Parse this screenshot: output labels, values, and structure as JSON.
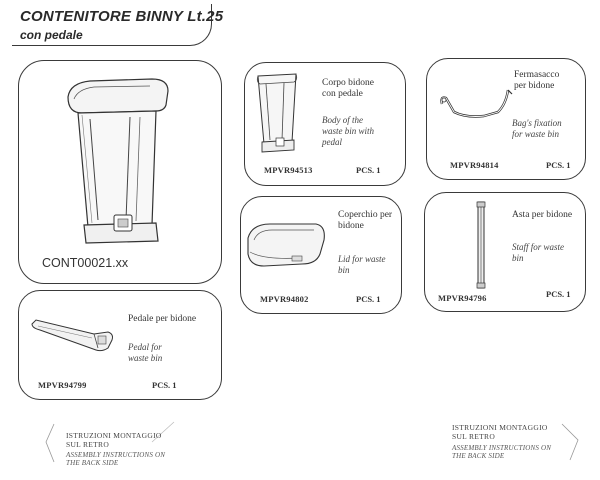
{
  "header": {
    "title": "CONTENITORE BINNY Lt.25",
    "subtitle": "con pedale"
  },
  "main_product": {
    "code": "CONT00021.xx"
  },
  "parts": [
    {
      "label_it": "Corpo bidone\ncon pedale",
      "label_en": "Body of the\nwaste bin with\npedal",
      "code": "MPVR94513",
      "pcs": "PCS. 1",
      "icon": "bin-body-icon"
    },
    {
      "label_it": "Fermasacco\nper bidone",
      "label_en": "Bag's fixation\nfor waste bin",
      "code": "MPVR94814",
      "pcs": "PCS. 1",
      "icon": "bag-fixation-icon"
    },
    {
      "label_it": "Coperchio per\nbidone",
      "label_en": "Lid for waste\nbin",
      "code": "MPVR94802",
      "pcs": "PCS. 1",
      "icon": "lid-icon"
    },
    {
      "label_it": "Asta per bidone",
      "label_en": "Staff for waste\nbin",
      "code": "MPVR94796",
      "pcs": "PCS. 1",
      "icon": "staff-icon"
    },
    {
      "label_it": "Pedale per bidone",
      "label_en": "Pedal for\nwaste bin",
      "code": "MPVR94799",
      "pcs": "PCS. 1",
      "icon": "pedal-icon"
    }
  ],
  "instructions": {
    "left_it": "ISTRUZIONI MONTAGGIO\nSUL RETRO",
    "left_en": "ASSEMBLY INSTRUCTIONS ON\nTHE BACK SIDE",
    "right_it": "ISTRUZIONI MONTAGGIO\nSUL RETRO",
    "right_en": "ASSEMBLY INSTRUCTIONS ON\nTHE BACK SIDE"
  }
}
